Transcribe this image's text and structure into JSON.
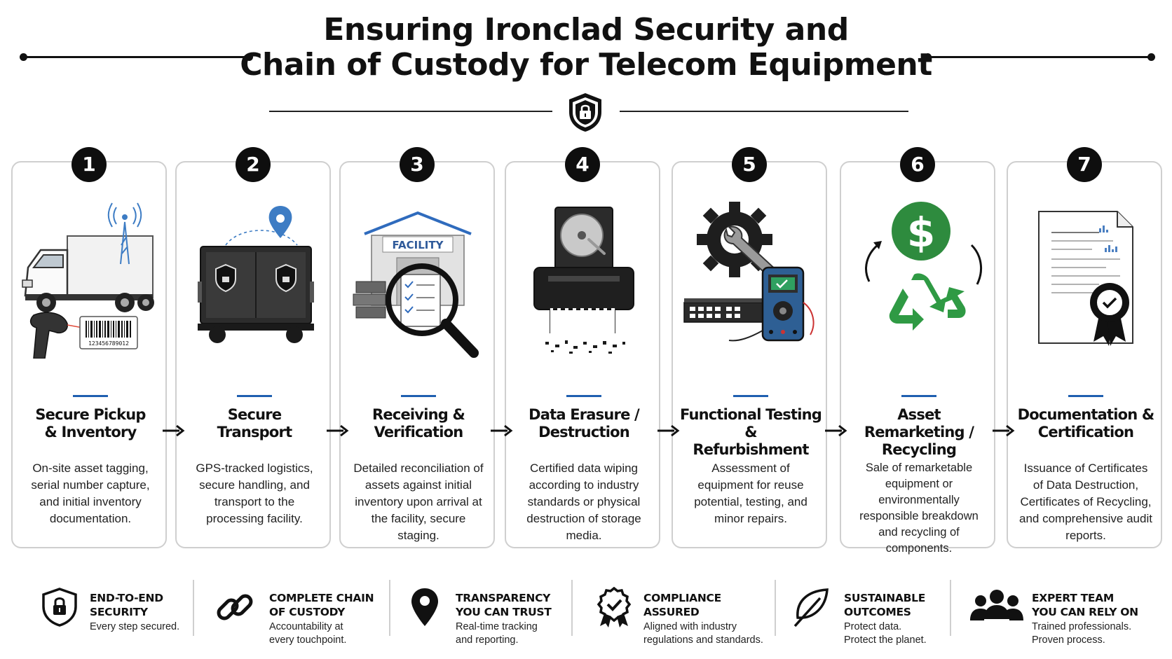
{
  "header": {
    "title_line1": "Ensuring Ironclad Security and",
    "title_line2": "Chain of Custody for Telecom Equipment"
  },
  "steps": [
    {
      "number": "1",
      "title_line1": "Secure Pickup",
      "title_line2": "& Inventory",
      "description": "On-site asset tagging, serial number capture, and initial inventory documentation.",
      "barcode_text": "123456789012",
      "icons": [
        "truck-icon",
        "signal-tower-icon",
        "barcode-scanner-icon",
        "barcode-label-icon"
      ]
    },
    {
      "number": "2",
      "title_line1": "Secure",
      "title_line2": "Transport",
      "description": "GPS-tracked logistics, secure handling, and transport to the processing facility.",
      "icons": [
        "armored-truck-icon",
        "gps-pin-icon"
      ]
    },
    {
      "number": "3",
      "title_line1": "Receiving &",
      "title_line2": "Verification",
      "description": "Detailed reconciliation of assets against initial inventory upon arrival at the facility, secure staging.",
      "facility_label": "FACILITY",
      "icons": [
        "facility-icon",
        "magnifier-icon",
        "checklist-icon"
      ]
    },
    {
      "number": "4",
      "title_line1": "Data Erasure /",
      "title_line2": "Destruction",
      "description": "Certified data wiping according to industry standards or physical destruction of storage media.",
      "icons": [
        "hard-drive-icon",
        "shredder-icon"
      ]
    },
    {
      "number": "5",
      "title_line1": "Functional Testing &",
      "title_line2": "Refurbishment",
      "description": "Assessment of equipment for reuse potential, testing, and minor repairs.",
      "icons": [
        "gear-wrench-icon",
        "network-switch-icon",
        "multimeter-icon"
      ]
    },
    {
      "number": "6",
      "title_line1": "Asset Remarketing /",
      "title_line2": "Recycling",
      "description": "Sale of remarketable equipment or environmentally responsible breakdown and recycling of components.",
      "icons": [
        "dollar-icon",
        "recycle-icon"
      ]
    },
    {
      "number": "7",
      "title_line1": "Documentation &",
      "title_line2": "Certification",
      "description": "Issuance of Certificates of Data Destruction, Certificates of Recycling, and comprehensive audit reports.",
      "icons": [
        "certificate-document-icon",
        "award-ribbon-icon"
      ]
    }
  ],
  "features": [
    {
      "title_line1": "END-TO-END",
      "title_line2": "SECURITY",
      "desc_line1": "Every step secured.",
      "desc_line2": "",
      "icon": "shield-lock-icon"
    },
    {
      "title_line1": "COMPLETE CHAIN",
      "title_line2": "OF CUSTODY",
      "desc_line1": "Accountability at",
      "desc_line2": "every touchpoint.",
      "icon": "chain-link-icon"
    },
    {
      "title_line1": "TRANSPARENCY",
      "title_line2": "YOU CAN TRUST",
      "desc_line1": "Real-time tracking",
      "desc_line2": "and reporting.",
      "icon": "location-pin-icon"
    },
    {
      "title_line1": "COMPLIANCE",
      "title_line2": "ASSURED",
      "desc_line1": "Aligned with industry",
      "desc_line2": "regulations and standards.",
      "icon": "badge-check-icon"
    },
    {
      "title_line1": "SUSTAINABLE",
      "title_line2": "OUTCOMES",
      "desc_line1": "Protect data.",
      "desc_line2": "Protect the planet.",
      "icon": "leaf-icon"
    },
    {
      "title_line1": "EXPERT TEAM",
      "title_line2": "YOU CAN RELY ON",
      "desc_line1": "Trained professionals.",
      "desc_line2": "Proven process.",
      "icon": "team-icon"
    }
  ],
  "colors": {
    "accent_blue": "#1f5fb0",
    "dollar_green": "#2e8b3e",
    "recycle_green": "#2f9a44",
    "dark": "#111111",
    "card_border": "#cfcfcf"
  }
}
